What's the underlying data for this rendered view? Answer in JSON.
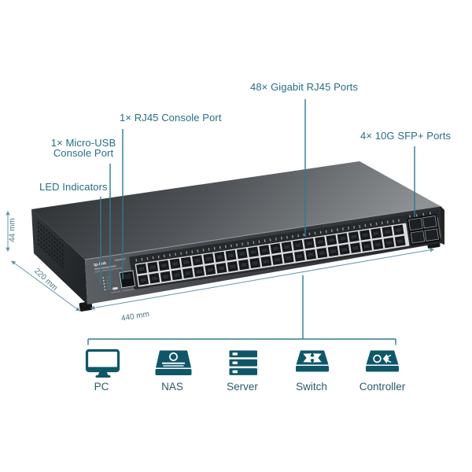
{
  "diagram": {
    "callouts": {
      "led_indicators": "LED Indicators",
      "micro_usb_line1": "1× Micro-USB",
      "micro_usb_line2": "Console Port",
      "rj45_console": "1× RJ45 Console Port",
      "gigabit_ports": "48× Gigabit RJ45 Ports",
      "sfp_ports": "4× 10G SFP+ Ports"
    },
    "dimensions": {
      "height": "44 mm",
      "depth": "220 mm",
      "width": "440 mm"
    },
    "device": {
      "brand_logo": "tp-link",
      "rj45_port_count": 48,
      "sfp_port_count": 4
    },
    "connected_devices": [
      {
        "name": "PC"
      },
      {
        "name": "NAS"
      },
      {
        "name": "Server"
      },
      {
        "name": "Switch"
      },
      {
        "name": "Controller"
      }
    ],
    "colors": {
      "callout_text": "#266e84",
      "leader_line": "#2e7b8f",
      "icon_fill": "#0f5768",
      "icon_label": "#2a5b69",
      "dimension_text": "#4a7585",
      "dimension_line": "#6397a8"
    }
  }
}
